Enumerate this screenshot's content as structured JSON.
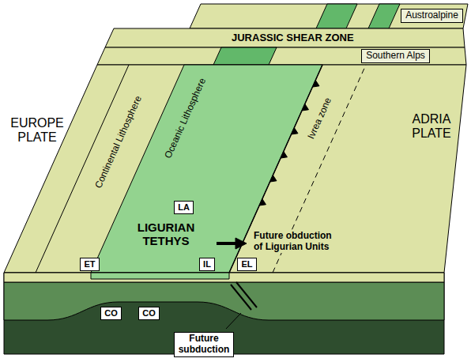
{
  "diagram": {
    "nodes": [
      {
        "text": [
          "Austroalpine"
        ]
      },
      {
        "text": [
          "Southern Alps"
        ]
      },
      {
        "text": [
          "LA"
        ]
      },
      {
        "text": [
          "ET"
        ]
      },
      {
        "text": [
          "IL"
        ]
      },
      {
        "text": [
          "EL"
        ]
      },
      {
        "text": [
          "CO"
        ]
      },
      {
        "text": [
          "CO"
        ]
      },
      {
        "text": [
          "Future subduction"
        ]
      }
    ],
    "labels": [
      "JURASSIC SHEAR ZONE",
      "EUROPE PLATE",
      "Continental Lithosphere",
      "Oceanic Lithosphere",
      "Ivrea zone",
      "ADRIA PLATE",
      "LIGURIAN TETHYS",
      "Future obduction of Ligurian Units"
    ]
  }
}
